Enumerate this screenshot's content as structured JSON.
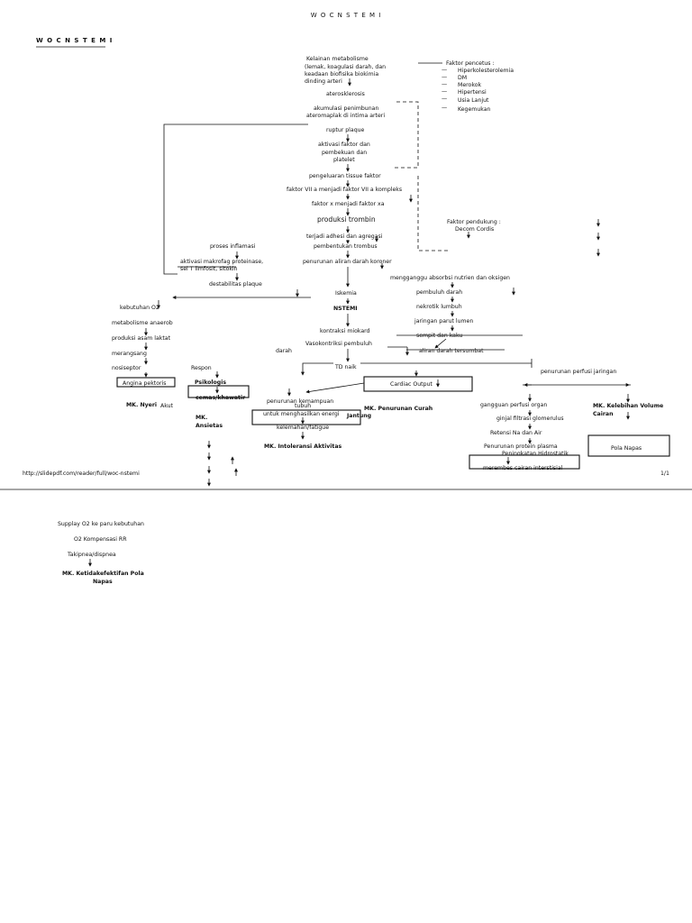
{
  "page_header": "W O C  N S T E M I",
  "title": "W O C  N S T E M I",
  "footer": {
    "url": "http://slidepdf.com/reader/full/woc-nstemi",
    "page": "1/1"
  },
  "causes": {
    "l1": "Kelainan            metabolisme",
    "l2": "(lemak, koagulasi darah, dan",
    "l3": "keadaan       biofisika biokimia",
    "l4": "dinding arteri"
  },
  "risk_factors": {
    "title": "Faktor pencetus :",
    "items": [
      "Hiperkolesterolemia",
      "DM",
      "Merokok",
      "Hipertensi",
      "Usia Lanjut",
      "Kegemukan"
    ]
  },
  "main_chain": {
    "atero": "aterosklerosis",
    "akum1": "akumulasi penimbunan",
    "akum2": "ateromaplak di intima arteri",
    "ruptur": "ruptur plaque",
    "akt1": "aktivasi faktor dan",
    "akt2": "pembekuan dan",
    "akt3": "platelet",
    "tissue": "pengeluaran tissue faktor",
    "f7": "faktor VII a menjadi faktor VII a kompleks",
    "fx": "faktor x menjadi faktor xa",
    "trombin": "produksi trombin",
    "adhesi": "terjadi adhesi dan agregasi",
    "trombus": "pembentukan trombus",
    "aliran": "penurunan aliran darah koroner",
    "iskemia": "Iskemia",
    "nstemi": "NSTEMI",
    "kontraksi": "kontraksi miokard",
    "vasokon": "Vasokontriksi pembuluh",
    "darah": "darah",
    "td": "TD naik"
  },
  "supporting": {
    "title": "Faktor pendukung :",
    "item": "Decom Cordis"
  },
  "inflamasi": {
    "proses": "proses inflamasi",
    "akt1": "aktivasi makrofag proteinase,",
    "akt2": "sel T limfosit, sitokin",
    "destab": "destabilitas plaque"
  },
  "left_branch": {
    "kebutuhan": "kebutuhan O2",
    "metab": "metabolisme anaerob",
    "produksi": "produksi asam laktat",
    "merangsang": "merangsang",
    "nosi": "nosiseptor",
    "angina": "Angina pektoris",
    "nyeri": "MK. Nyeri",
    "akut": "Akut"
  },
  "psych": {
    "respon": "Respon",
    "psikologis": "Psikologis",
    "cemas": "cemas/khawatir",
    "ansietas1": "MK.",
    "ansietas2": "Ansietas"
  },
  "activity": {
    "penurunan1": "penurunan kemampuan",
    "penurunan2": "tubuh",
    "energi": "untuk menghasilkan energi",
    "kelemahan": "kelemahan/fatigue",
    "mk": "MK. Intoleransi Aktivitas",
    "curah1": "MK. Penurunan Curah",
    "curah2": "Jantung"
  },
  "right_branch": {
    "ganggu": "mengganggu absorbsi nutrien dan oksigen",
    "pembuluh": "pembuluh darah",
    "nekrotik": "nekrotik lumbuh",
    "jaringan": "jaringan parut lumen",
    "sempit": "sempit dan kaku",
    "tersumbat": "aliran darah tersumbat",
    "cardiac": "Cardiac Output",
    "perfusi": "penurunan perfusi jaringan",
    "gangguan": "gangguan perfusi organ",
    "ginjal": "ginjal filtrasi glomerulus",
    "retensi": "Retensi Na dan Air",
    "protein": "Penurunan protein plasma",
    "hidro": "Peningkatan Hidrostatik",
    "merembes": "merembes cairan interstisial",
    "volume1": "MK. Kelebihan Volume",
    "volume2": "Cairan",
    "pola": "Pola Napas"
  },
  "bottom": {
    "supplai": "Supplay O2 ke paru kebutuhan",
    "kompensasi": "O2 Kompensasi RR",
    "takipnea": "Takipnea/dispnea",
    "mk1": "MK. Ketidakefektifan Pola",
    "mk2": "Napas"
  }
}
